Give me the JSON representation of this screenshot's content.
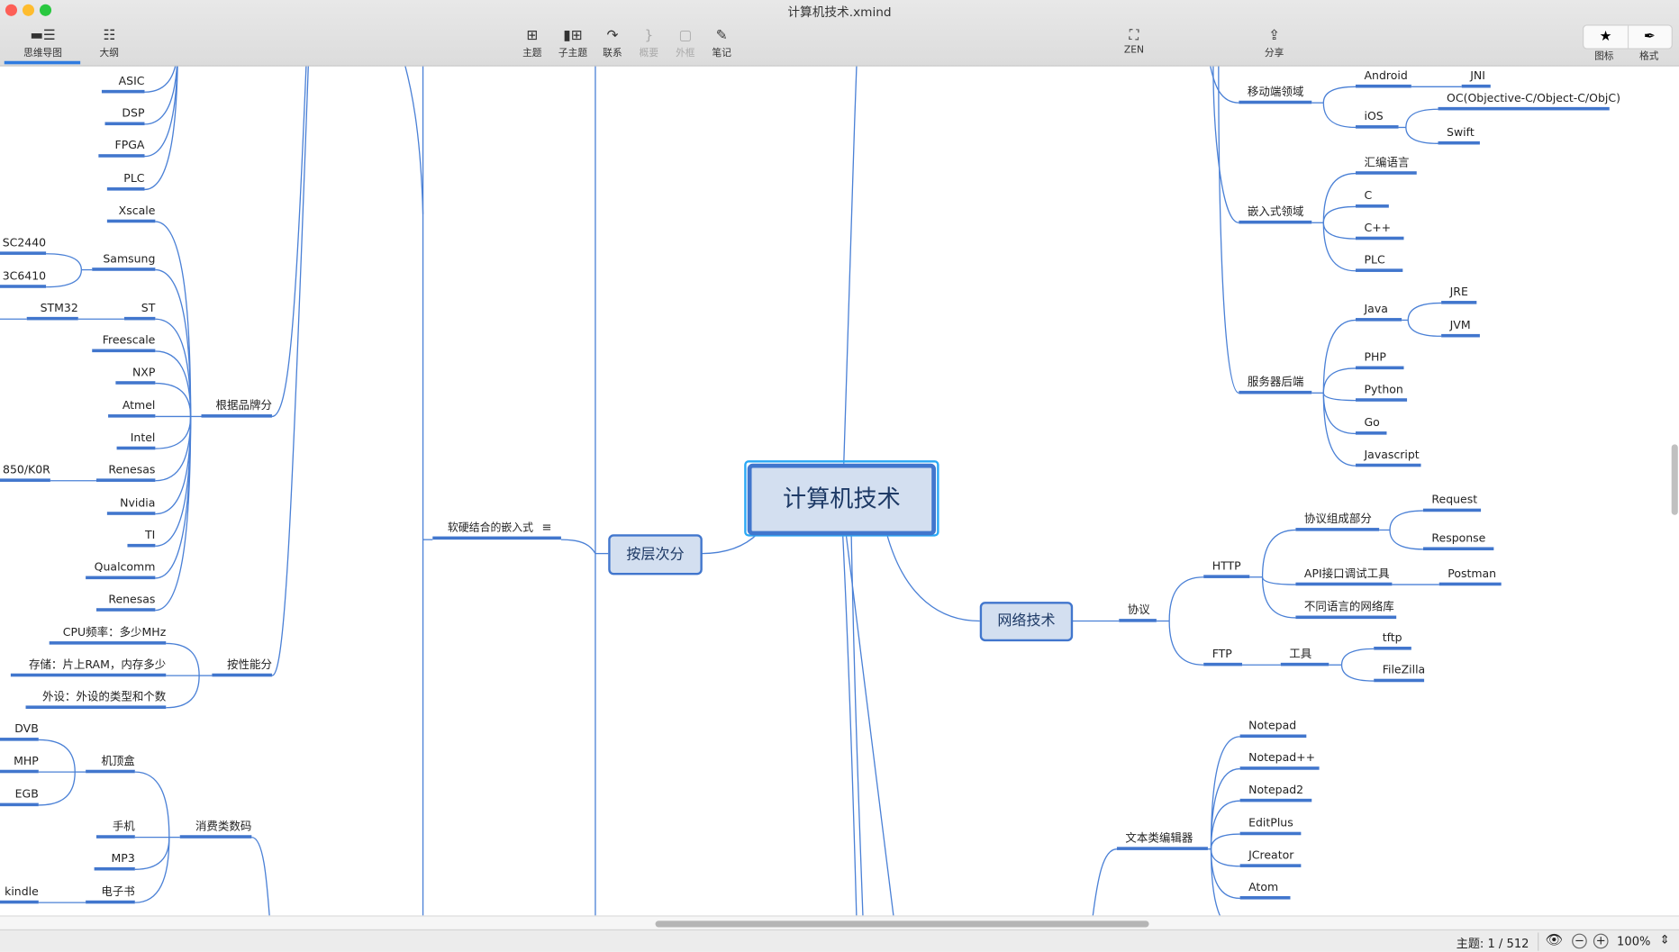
{
  "window": {
    "title": "计算机技术.xmind"
  },
  "toolbar": {
    "view_tabs": [
      "思维导图",
      "大纲"
    ],
    "actions": [
      "主题",
      "子主题",
      "联系",
      "概要",
      "外框",
      "笔记"
    ],
    "zen": "ZEN",
    "share": "分享",
    "right": [
      "图标",
      "格式"
    ]
  },
  "colors": {
    "accent": "#4176cd",
    "topic_fill": "#d3dff0",
    "selection": "#29a8f5"
  },
  "mindmap": {
    "central": "计算机技术",
    "layer": "按层次分",
    "network": "网络技术",
    "embedded": "软硬结合的嵌入式",
    "left": {
      "asic": "ASIC",
      "dsp": "DSP",
      "fpga": "FPGA",
      "plc": "PLC",
      "brand": "根据品牌分",
      "brands": [
        "Xscale",
        "Samsung",
        "ST",
        "Freescale",
        "NXP",
        "Atmel",
        "Intel",
        "Renesas",
        "Nvidia",
        "TI",
        "Qualcomm",
        "Renesas"
      ],
      "samsung_children": [
        "SC2440",
        "3C6410"
      ],
      "st_child": "STM32",
      "renesas_child": "850/K0R",
      "perf": "按性能分",
      "perf_children": [
        "CPU频率：多少MHz",
        "存储：片上RAM，内存多少",
        "外设：外设的类型和个数"
      ],
      "consumer": "消费类数码",
      "consumer_children": [
        "机顶盒",
        "手机",
        "MP3",
        "电子书"
      ],
      "stb_children": [
        "DVB",
        "MHP",
        "EGB"
      ],
      "ebook_child": "kindle"
    },
    "right_top": {
      "mobile": "移动端领域",
      "android": "Android",
      "jni": "JNI",
      "ios": "iOS",
      "ios_children": [
        "OC(Objective-C/Object-C/ObjC)",
        "Swift"
      ],
      "embedded_domain": "嵌入式领域",
      "embedded_children": [
        "汇编语言",
        "C",
        "C++",
        "PLC"
      ],
      "server": "服务器后端",
      "java": "Java",
      "java_children": [
        "JRE",
        "JVM"
      ],
      "server_children": [
        "PHP",
        "Python",
        "Go",
        "Javascript"
      ]
    },
    "net": {
      "protocol": "协议",
      "http": "HTTP",
      "ftp": "FTP",
      "http_children": [
        "协议组成部分",
        "API接口调试工具",
        "不同语言的网络库"
      ],
      "parts": [
        "Request",
        "Response"
      ],
      "postman": "Postman",
      "tools": "工具",
      "ftp_tools": [
        "tftp",
        "FileZilla"
      ]
    },
    "editors": {
      "label": "文本类编辑器",
      "items": [
        "Notepad",
        "Notepad++",
        "Notepad2",
        "EditPlus",
        "JCreator",
        "Atom"
      ]
    }
  },
  "status": {
    "topic_count": "主题: 1 / 512",
    "zoom": "100%"
  }
}
